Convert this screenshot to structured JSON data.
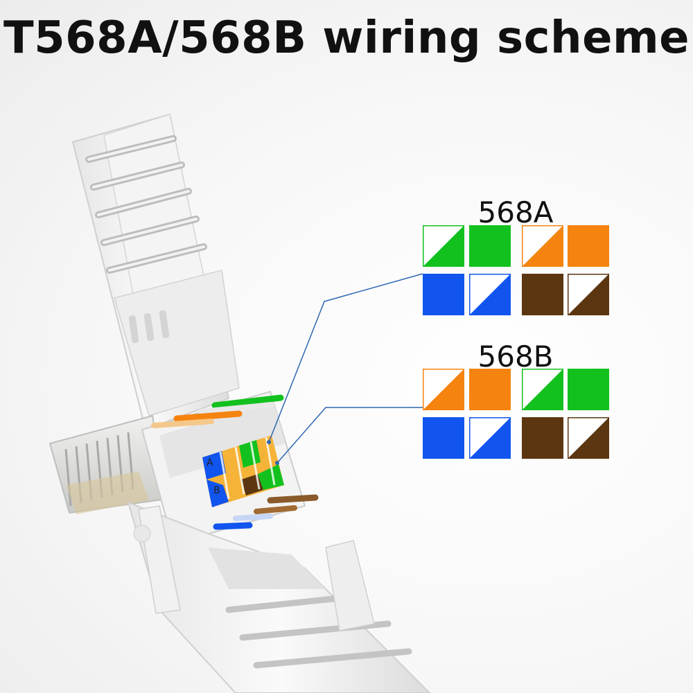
{
  "title": "T568A/568B wiring scheme",
  "connector": {
    "label_a": "A",
    "label_b": "B"
  },
  "colors": {
    "green": "#12c11e",
    "orange": "#f58310",
    "blue": "#1155ee",
    "brown": "#5c3610",
    "white": "#ffffff",
    "leader_line": "#2d67b0"
  },
  "schemes": [
    {
      "label": "568A",
      "rows": [
        [
          {
            "icon": "white-green-stripe",
            "color": "green",
            "striped": true
          },
          {
            "icon": "solid-green",
            "color": "green",
            "striped": false
          },
          {
            "icon": "white-orange-stripe",
            "color": "orange",
            "striped": true
          },
          {
            "icon": "solid-orange",
            "color": "orange",
            "striped": false
          }
        ],
        [
          {
            "icon": "solid-blue",
            "color": "blue",
            "striped": false
          },
          {
            "icon": "white-blue-stripe",
            "color": "blue",
            "striped": true
          },
          {
            "icon": "solid-brown",
            "color": "brown",
            "striped": false
          },
          {
            "icon": "white-brown-stripe",
            "color": "brown",
            "striped": true
          }
        ]
      ]
    },
    {
      "label": "568B",
      "rows": [
        [
          {
            "icon": "white-orange-stripe",
            "color": "orange",
            "striped": true
          },
          {
            "icon": "solid-orange",
            "color": "orange",
            "striped": false
          },
          {
            "icon": "white-green-stripe",
            "color": "green",
            "striped": true
          },
          {
            "icon": "solid-green",
            "color": "green",
            "striped": false
          }
        ],
        [
          {
            "icon": "solid-blue",
            "color": "blue",
            "striped": false
          },
          {
            "icon": "white-blue-stripe",
            "color": "blue",
            "striped": true
          },
          {
            "icon": "solid-brown",
            "color": "brown",
            "striped": false
          },
          {
            "icon": "white-brown-stripe",
            "color": "brown",
            "striped": true
          }
        ]
      ]
    }
  ]
}
